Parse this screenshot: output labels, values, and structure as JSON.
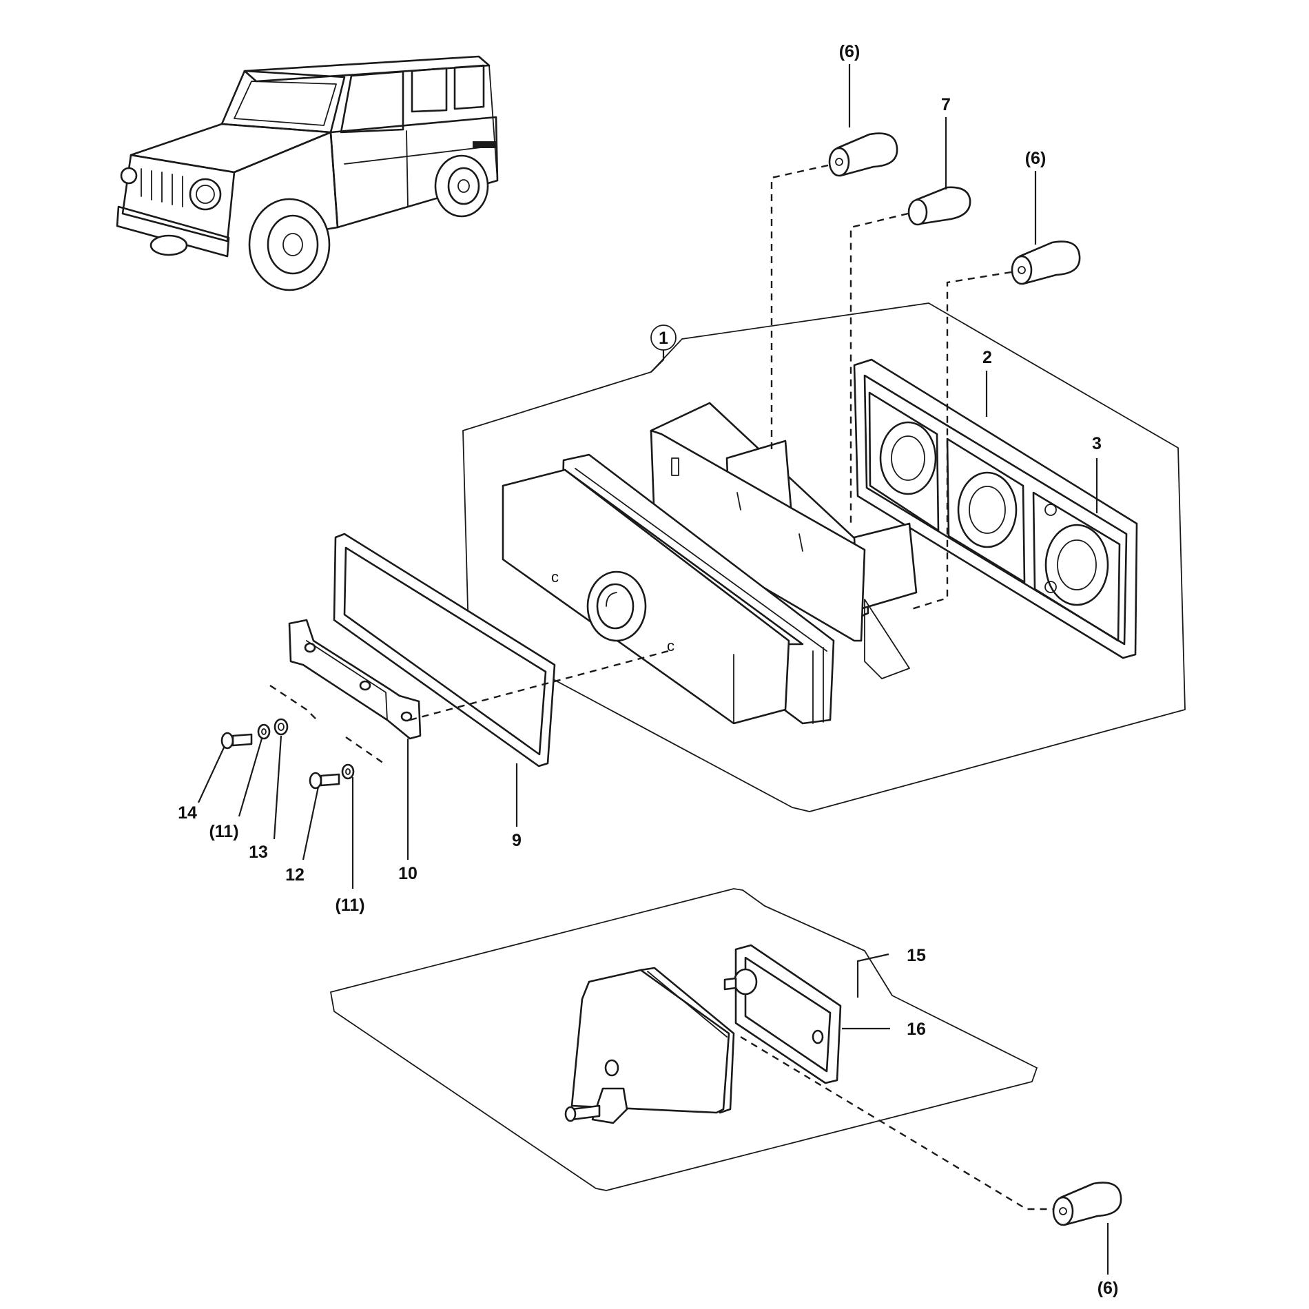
{
  "colors": {
    "line": "#1a1a1a",
    "background": "#ffffff"
  },
  "callouts": {
    "c1": "1",
    "c2": "2",
    "c3": "3",
    "c6_top": "(6)",
    "c6_right": "(6)",
    "c6_bottom": "(6)",
    "c7": "7",
    "c9": "9",
    "c10": "10",
    "c11_left": "(11)",
    "c11_right": "(11)",
    "c12": "12",
    "c13": "13",
    "c14": "14",
    "c15": "15",
    "c16": "16"
  }
}
